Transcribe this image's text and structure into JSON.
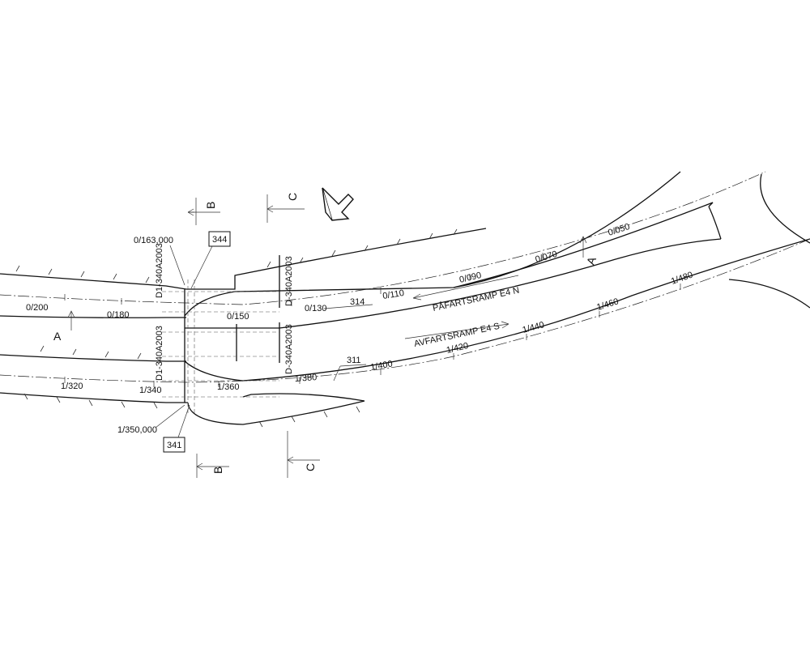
{
  "ramps": {
    "north_name": "PÅFARTSRAMP E4 N",
    "south_name": "AVFARTSRAMP E4 S"
  },
  "stations_north": [
    "0/050",
    "0/070",
    "0/090",
    "0/110",
    "0/130",
    "0/150",
    "0/180",
    "0/200"
  ],
  "stations_south": [
    "1/320",
    "1/340",
    "1/360",
    "1/380",
    "1/400",
    "1/420",
    "1/440",
    "1/460",
    "1/480"
  ],
  "chainage_top": "0/163,000",
  "chainage_bottom": "1/350,000",
  "bridge_labels": {
    "left_top": "D1-340A2003",
    "right_top": "D-340A2003",
    "left_bottom": "D1-340A2003",
    "right_bottom": "D-340A2003"
  },
  "object_ids": {
    "top": "344",
    "bottom": "341"
  },
  "line_refs": {
    "north": "314",
    "south": "311"
  },
  "sections": {
    "a": "A",
    "b": "B",
    "c": "C"
  }
}
